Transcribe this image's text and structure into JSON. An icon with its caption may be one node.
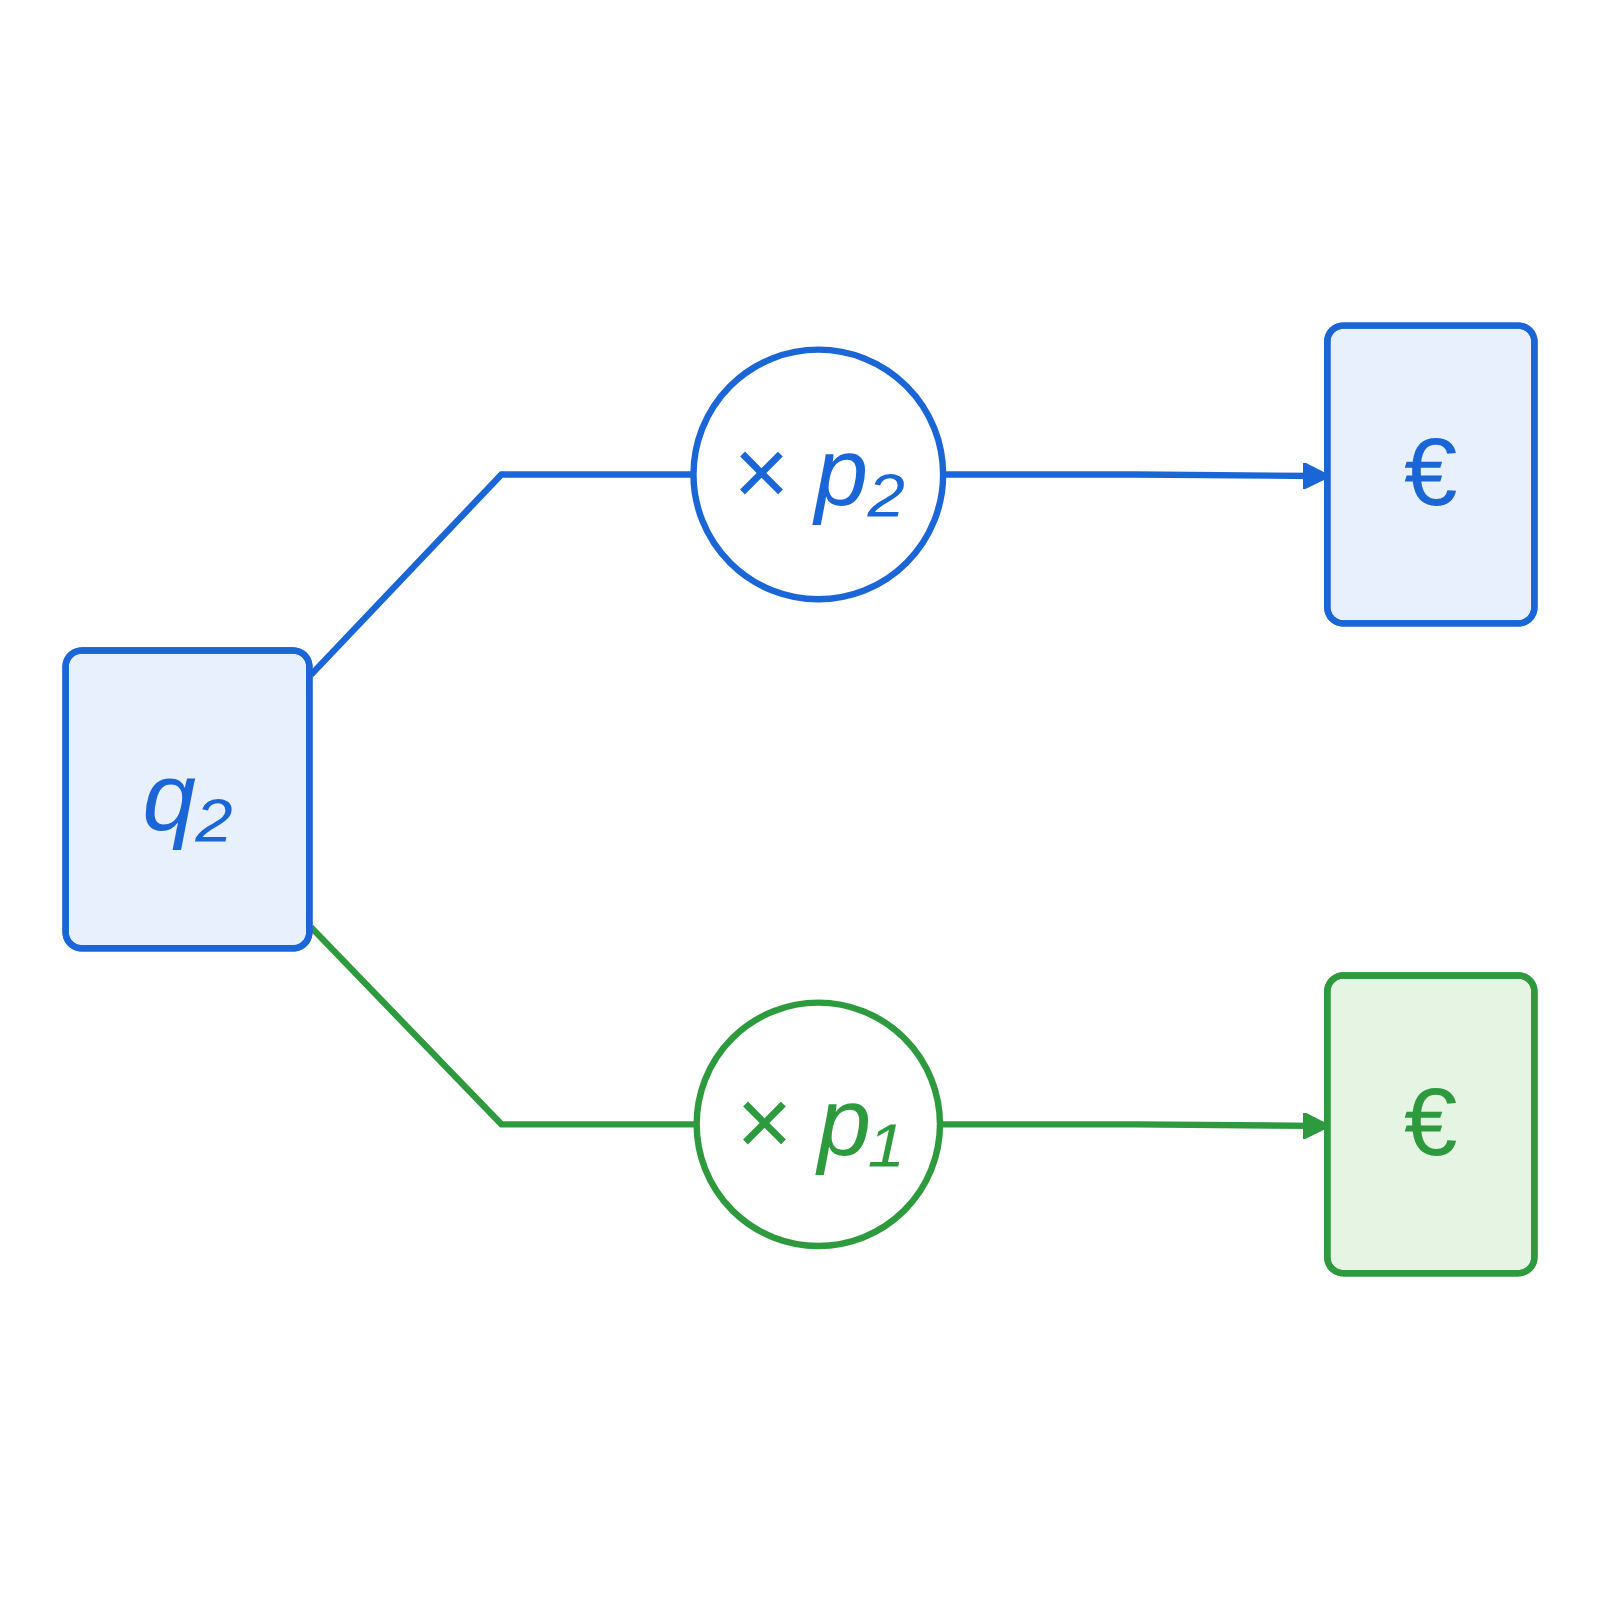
{
  "diagram": {
    "nodes": [
      {
        "text": [
          "q₂"
        ]
      },
      {
        "text": [
          "× p₂"
        ]
      },
      {
        "text": [
          "€"
        ]
      },
      {
        "text": [
          "× p₁"
        ]
      },
      {
        "text": [
          "€"
        ]
      }
    ],
    "edges": [
      {
        "from": 0,
        "to": 1,
        "arrow": "none",
        "color": "#1a66d6"
      },
      {
        "from": 1,
        "to": 2,
        "arrow": "to",
        "color": "#1a66d6"
      },
      {
        "from": 0,
        "to": 3,
        "arrow": "none",
        "color": "#2e9a3e"
      },
      {
        "from": 3,
        "to": 4,
        "arrow": "to",
        "color": "#2e9a3e"
      }
    ]
  }
}
